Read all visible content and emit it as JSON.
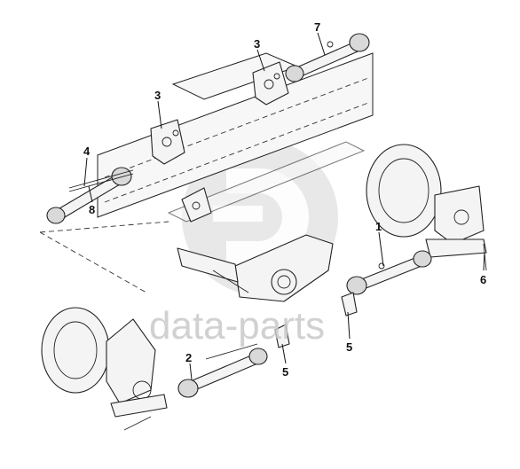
{
  "watermark": {
    "text": "data-parts",
    "color": "#c8c8c8"
  },
  "callouts": [
    {
      "id": "c1",
      "text": "1"
    },
    {
      "id": "c2",
      "text": "2"
    },
    {
      "id": "c3a",
      "text": "3"
    },
    {
      "id": "c3b",
      "text": "3"
    },
    {
      "id": "c4",
      "text": "4"
    },
    {
      "id": "c5a",
      "text": "5"
    },
    {
      "id": "c5b",
      "text": "5"
    },
    {
      "id": "c6",
      "text": "6"
    },
    {
      "id": "c7",
      "text": "7"
    },
    {
      "id": "c8",
      "text": "8"
    }
  ]
}
